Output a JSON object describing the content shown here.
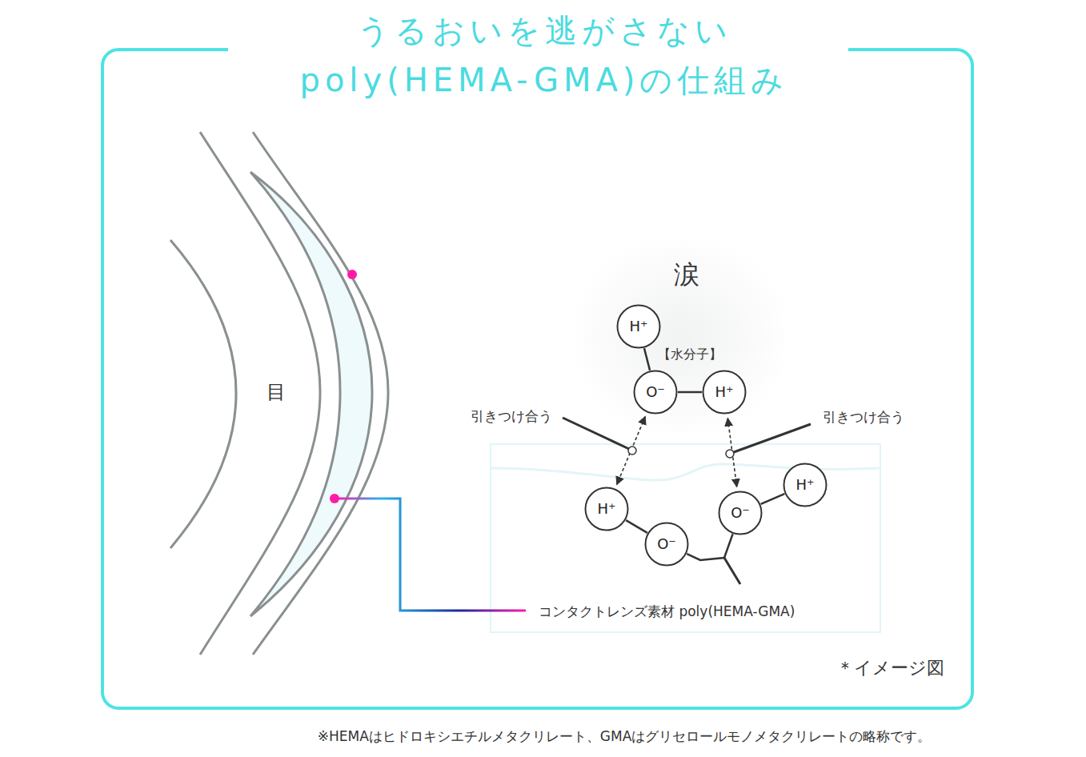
{
  "diagram": {
    "title": "うるおいを逃がさない poly(HEMA-GMA)の仕組み",
    "caption": "※HEMAはヒドロキシエチルメタクリレート、GMAはグリセロールモノメタクリレートの略称です。",
    "nodes": [
      {
        "text": [
          "H⁺"
        ]
      },
      {
        "text": [
          "O⁻"
        ]
      },
      {
        "text": [
          "H⁺"
        ]
      },
      {
        "text": [
          "H⁺"
        ]
      },
      {
        "text": [
          "H⁺"
        ]
      },
      {
        "text": [
          "O⁻"
        ]
      },
      {
        "text": [
          "O⁻"
        ]
      }
    ],
    "edges": [
      {
        "from": 0,
        "to": 1,
        "arrow": "none"
      },
      {
        "from": 1,
        "to": 2,
        "arrow": "none"
      },
      {
        "from": 1,
        "to": 4,
        "arrow": "both"
      },
      {
        "from": 2,
        "to": 5,
        "arrow": "both"
      },
      {
        "from": 4,
        "to": 6,
        "arrow": "none"
      },
      {
        "from": 6,
        "to": 5,
        "arrow": "none"
      },
      {
        "from": 5,
        "to": 3,
        "arrow": "none"
      }
    ],
    "labels": [
      "涙",
      "目",
      "【水分子】",
      "引きつけ合う",
      "引きつけ合う",
      "コンタクトレンズ素材 poly(HEMA-GMA)",
      "＊イメージ図"
    ]
  }
}
